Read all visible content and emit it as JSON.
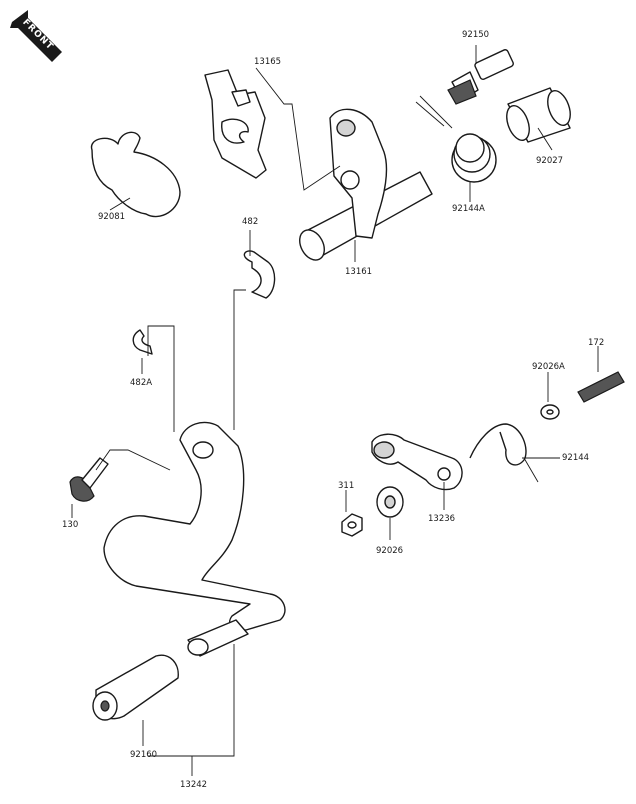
{
  "orientation": {
    "front_label": "FRONT"
  },
  "parts": [
    {
      "id": "13165",
      "label": "13165"
    },
    {
      "id": "92150",
      "label": "92150"
    },
    {
      "id": "92027",
      "label": "92027"
    },
    {
      "id": "92081",
      "label": "92081"
    },
    {
      "id": "92144A",
      "label": "92144A"
    },
    {
      "id": "482",
      "label": "482"
    },
    {
      "id": "13161",
      "label": "13161"
    },
    {
      "id": "482A",
      "label": "482A"
    },
    {
      "id": "172",
      "label": "172"
    },
    {
      "id": "92026A",
      "label": "92026A"
    },
    {
      "id": "92144",
      "label": "92144"
    },
    {
      "id": "130",
      "label": "130"
    },
    {
      "id": "311",
      "label": "311"
    },
    {
      "id": "13236",
      "label": "13236"
    },
    {
      "id": "92026",
      "label": "92026"
    },
    {
      "id": "92160",
      "label": "92160"
    },
    {
      "id": "13242",
      "label": "13242"
    }
  ]
}
